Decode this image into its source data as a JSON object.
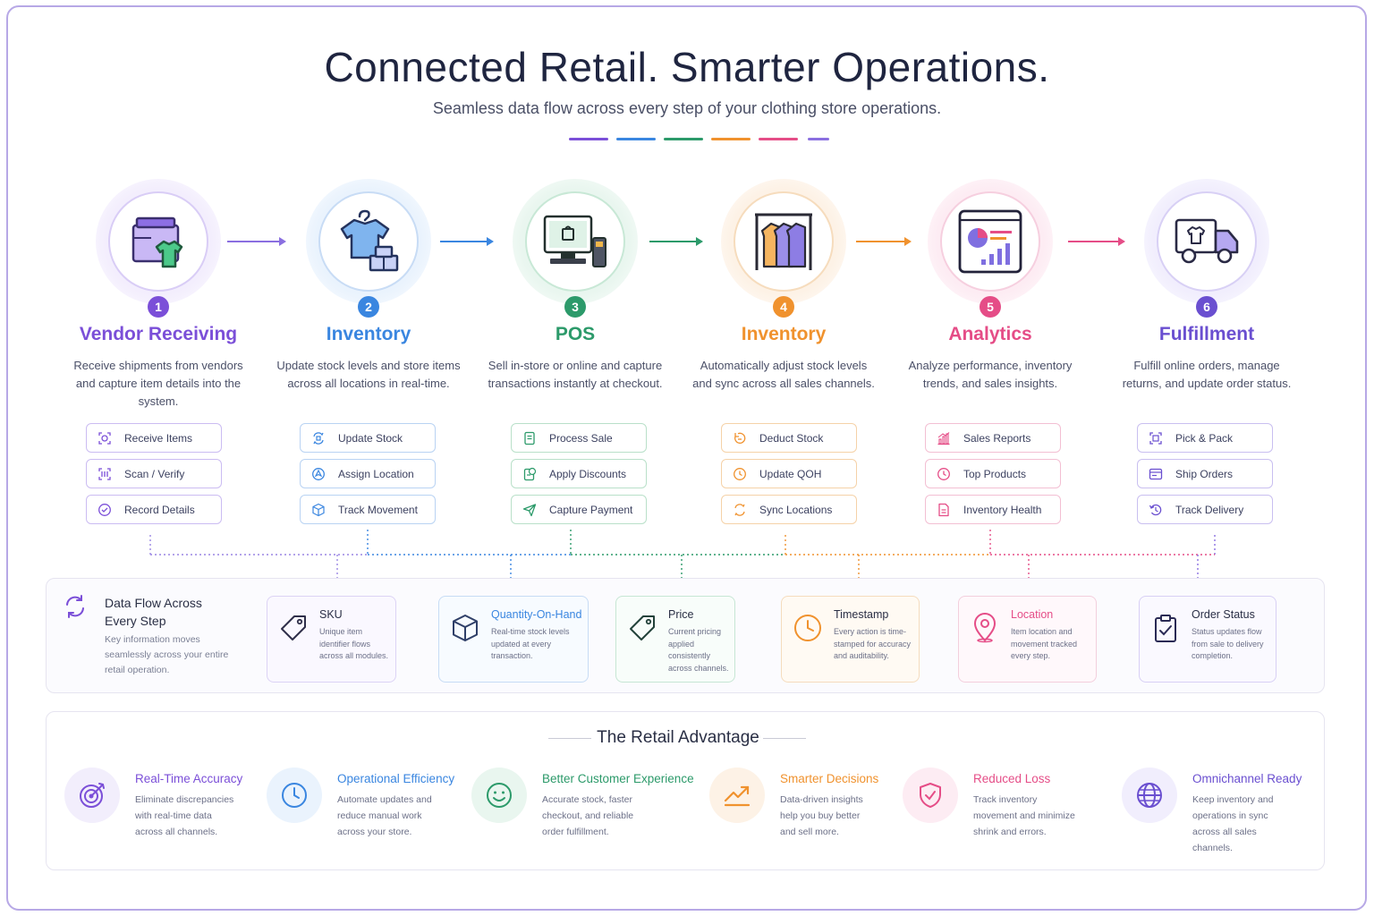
{
  "header": {
    "title": "Connected Retail. Smarter Operations.",
    "subtitle": "Seamless data flow across every step of your clothing store operations."
  },
  "colors": {
    "purple": "#7b4fd8",
    "blue": "#3a86e0",
    "green": "#2c9a6a",
    "orange": "#f0922e",
    "pink": "#e54d87",
    "violet": "#6a4fd0"
  },
  "steps": [
    {
      "number": "1",
      "title": "Vendor Receiving",
      "description": "Receive shipments from vendors and capture item details into the system.",
      "icon": "box-shirt-icon",
      "actions": [
        {
          "label": "Receive Items",
          "icon": "receive-icon"
        },
        {
          "label": "Scan / Verify",
          "icon": "scan-icon"
        },
        {
          "label": "Record Details",
          "icon": "check-badge-icon"
        }
      ]
    },
    {
      "number": "2",
      "title": "Inventory",
      "description": "Update stock levels and store items across all locations in real-time.",
      "icon": "shirt-hanger-icon",
      "actions": [
        {
          "label": "Update Stock",
          "icon": "sync-icon"
        },
        {
          "label": "Assign Location",
          "icon": "location-icon"
        },
        {
          "label": "Track Movement",
          "icon": "cube-icon"
        }
      ]
    },
    {
      "number": "3",
      "title": "POS",
      "description": "Sell in-store or online and capture transactions instantly at checkout.",
      "icon": "pos-terminal-icon",
      "actions": [
        {
          "label": "Process Sale",
          "icon": "receipt-icon"
        },
        {
          "label": "Apply Discounts",
          "icon": "discount-icon"
        },
        {
          "label": "Capture Payment",
          "icon": "send-icon"
        }
      ]
    },
    {
      "number": "4",
      "title": "Inventory",
      "description": "Automatically adjust stock levels and sync across all sales channels.",
      "icon": "clothing-rack-icon",
      "actions": [
        {
          "label": "Deduct Stock",
          "icon": "minus-cycle-icon"
        },
        {
          "label": "Update QOH",
          "icon": "clock-icon"
        },
        {
          "label": "Sync Locations",
          "icon": "sync-icon"
        }
      ]
    },
    {
      "number": "5",
      "title": "Analytics",
      "description": "Analyze performance, inventory trends, and sales insights.",
      "icon": "dashboard-icon",
      "actions": [
        {
          "label": "Sales Reports",
          "icon": "bar-chart-icon"
        },
        {
          "label": "Top Products",
          "icon": "clock-icon"
        },
        {
          "label": "Inventory Health",
          "icon": "document-icon"
        }
      ]
    },
    {
      "number": "6",
      "title": "Fulfillment",
      "description": "Fulfill online orders, manage returns, and update order status.",
      "icon": "delivery-truck-icon",
      "actions": [
        {
          "label": "Pick & Pack",
          "icon": "pick-icon"
        },
        {
          "label": "Ship Orders",
          "icon": "ship-icon"
        },
        {
          "label": "Track Delivery",
          "icon": "track-icon"
        }
      ]
    }
  ],
  "data_flow": {
    "title": "Data Flow Across Every Step",
    "description": "Key information moves seamlessly across your entire retail operation.",
    "items": [
      {
        "title": "SKU",
        "description": "Unique item identifier flows across all modules.",
        "icon": "tag-icon"
      },
      {
        "title": "Quantity-On-Hand",
        "description": "Real-time stock levels updated at every transaction.",
        "icon": "cube-icon"
      },
      {
        "title": "Price",
        "description": "Current pricing applied consistently across channels.",
        "icon": "price-tag-icon"
      },
      {
        "title": "Timestamp",
        "description": "Every action is time-stamped for accuracy and auditability.",
        "icon": "clock-icon"
      },
      {
        "title": "Location",
        "description": "Item location and movement tracked every step.",
        "icon": "location-pin-icon"
      },
      {
        "title": "Order Status",
        "description": "Status updates flow from sale to delivery completion.",
        "icon": "clipboard-check-icon"
      }
    ]
  },
  "advantage": {
    "title": "The Retail Advantage",
    "items": [
      {
        "title": "Real-Time Accuracy",
        "description": "Eliminate discrepancies with real-time data across all channels.",
        "icon": "target-icon"
      },
      {
        "title": "Operational Efficiency",
        "description": "Automate updates and reduce manual work across your store.",
        "icon": "clock-icon"
      },
      {
        "title": "Better Customer Experience",
        "description": "Accurate stock, faster checkout, and reliable order fulfillment.",
        "icon": "smiley-icon"
      },
      {
        "title": "Smarter Decisions",
        "description": "Data-driven insights help you buy better and sell more.",
        "icon": "trend-up-icon"
      },
      {
        "title": "Reduced Loss",
        "description": "Track inventory movement and minimize shrink and errors.",
        "icon": "shield-check-icon"
      },
      {
        "title": "Omnichannel Ready",
        "description": "Keep inventory and operations in sync across all sales channels.",
        "icon": "globe-icon"
      }
    ]
  }
}
